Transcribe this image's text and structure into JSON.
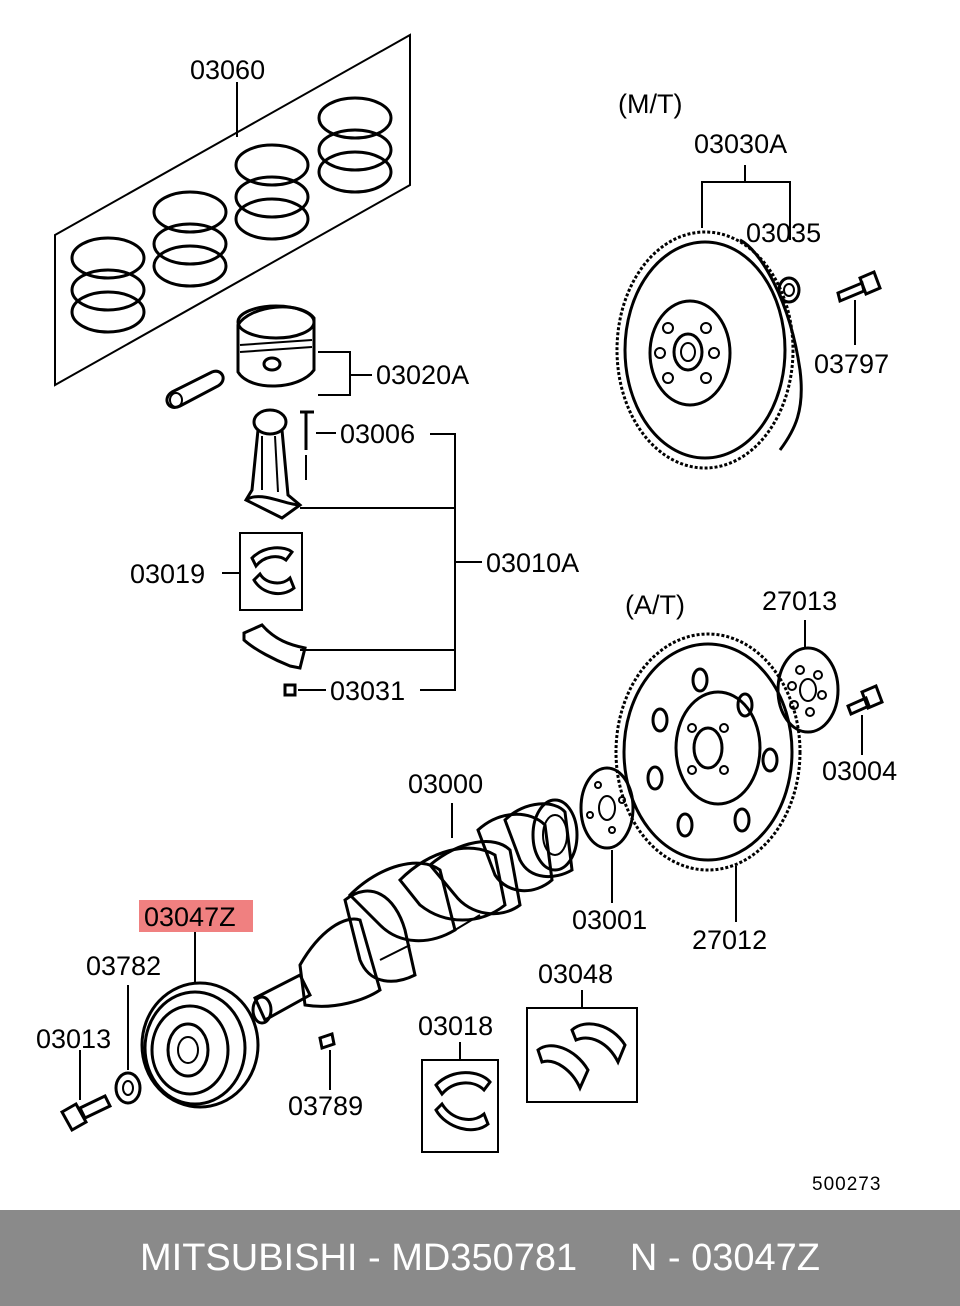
{
  "diagram": {
    "labels": {
      "p03060": "03060",
      "p03020A": "03020A",
      "p03006": "03006",
      "p03010A": "03010A",
      "p03019": "03019",
      "p03031": "03031",
      "mt": "(M/T)",
      "p03030A": "03030A",
      "p03035": "03035",
      "p03797": "03797",
      "at": "(A/T)",
      "p27013": "27013",
      "p03004": "03004",
      "p03000": "03000",
      "p03001": "03001",
      "p27012": "27012",
      "p03047Z": "03047Z",
      "p03782": "03782",
      "p03013": "03013",
      "p03789": "03789",
      "p03018": "03018",
      "p03048": "03048"
    },
    "code": "500273",
    "highlight_color": "#f08080"
  },
  "footer": {
    "text": "MITSUBISHI - MD350781     N - 03047Z"
  }
}
